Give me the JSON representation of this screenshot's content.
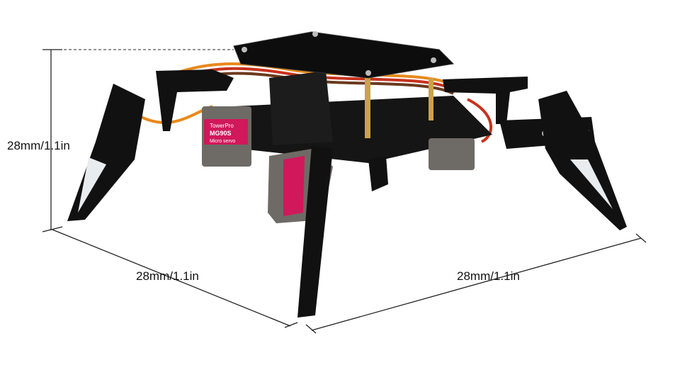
{
  "dimensions": {
    "height_label": "28mm/1.1in",
    "depth_label": "28mm/1.1in",
    "width_label": "28mm/1.1in"
  },
  "product": {
    "servo_brand": "TowerPro",
    "servo_model": "MG90S",
    "servo_type": "Micro servo"
  },
  "colors": {
    "acrylic": "#111111",
    "servo_label": "#d0185a",
    "wire_orange": "#e8891c",
    "wire_red": "#c8321e",
    "wire_brown": "#6b3a1e"
  }
}
